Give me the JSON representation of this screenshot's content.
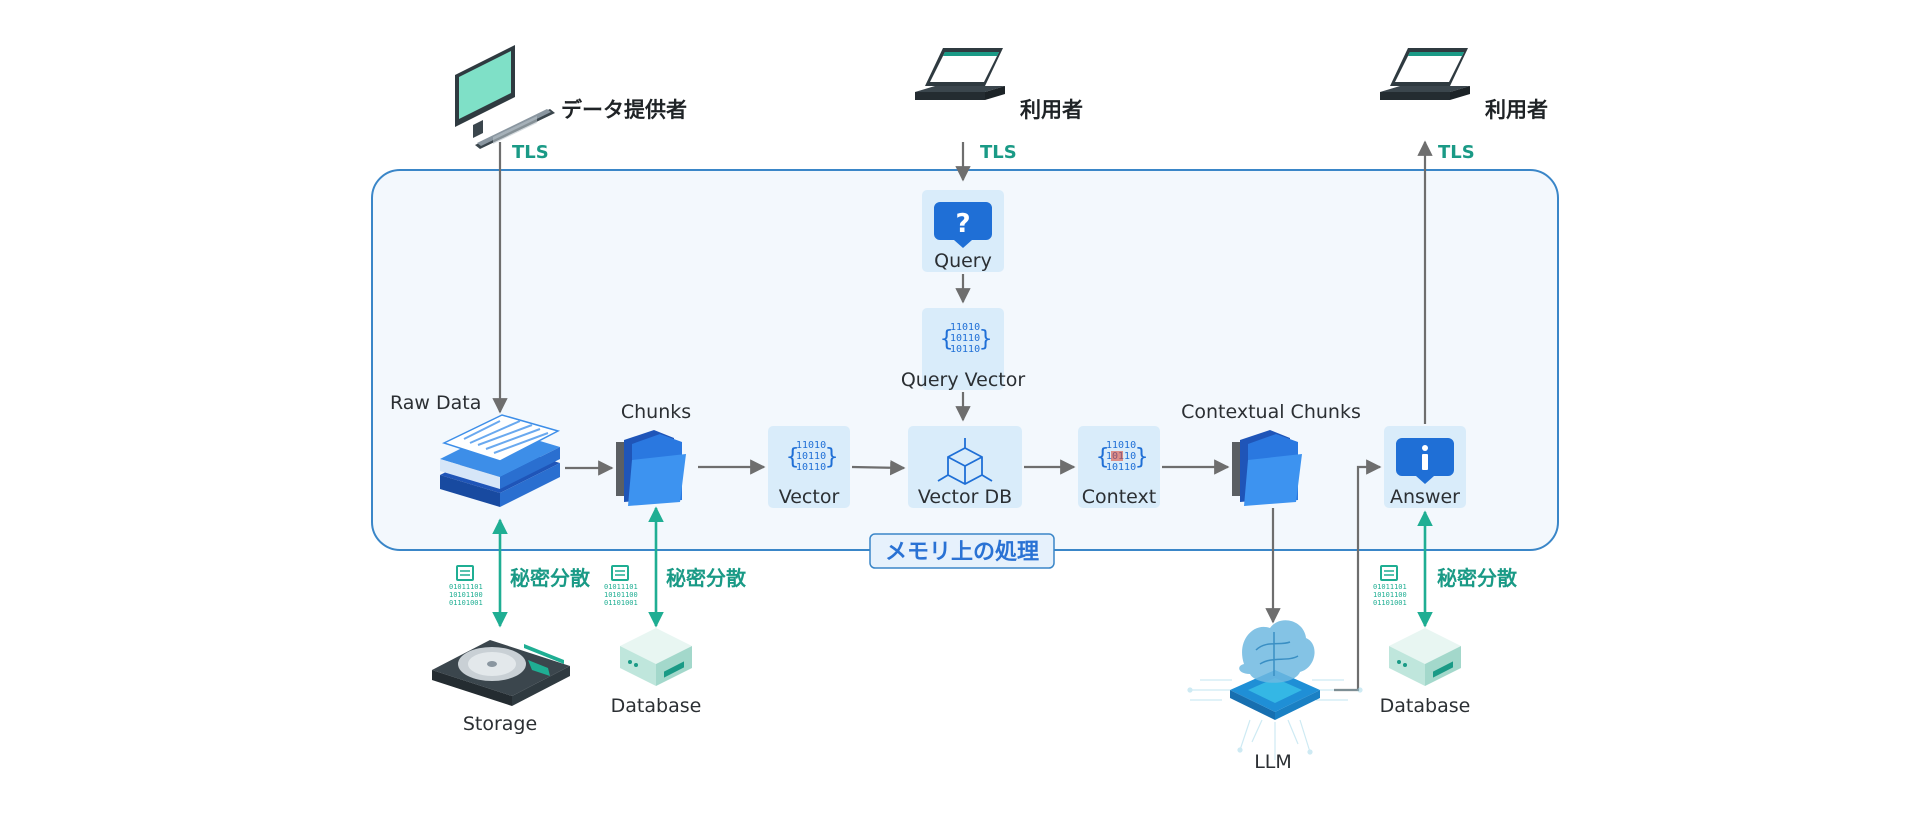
{
  "actors": {
    "provider": {
      "label": "データ提供者",
      "link": "TLS"
    },
    "user_query": {
      "label": "利用者",
      "link": "TLS"
    },
    "user_answer": {
      "label": "利用者",
      "link": "TLS"
    }
  },
  "processing_area": {
    "label": "メモリ上の処理"
  },
  "nodes": {
    "query": "Query",
    "query_vector": "Query Vector",
    "raw_data": "Raw Data",
    "chunks": "Chunks",
    "vector": "Vector",
    "vector_db": "Vector DB",
    "context": "Context",
    "contextual_chunks": "Contextual Chunks",
    "answer": "Answer"
  },
  "storage": {
    "storage": "Storage",
    "database_left": "Database",
    "llm": "LLM",
    "database_right": "Database"
  },
  "secret_sharing": {
    "label": "秘密分散"
  },
  "colors": {
    "tls": "#1a9a86",
    "secret_sharing": "#1fae93",
    "memory_border": "#3a86c8",
    "memory_fill": "#f3f8fd",
    "tile": "#d9ecfa",
    "icon_blue": "#1f6fd6"
  },
  "icons": {
    "provider": "desktop-computer-icon",
    "users": "laptop-icon",
    "query": "question-bubble-icon",
    "vector": "binary-code-icon",
    "vector_db": "cube-network-icon",
    "answer": "info-bubble-icon",
    "chunks": "folders-icon",
    "raw_data": "document-stack-icon",
    "storage": "hard-drive-icon",
    "database": "server-box-icon",
    "llm": "brain-chip-icon",
    "secret_sharing": "binary-stack-icon"
  }
}
